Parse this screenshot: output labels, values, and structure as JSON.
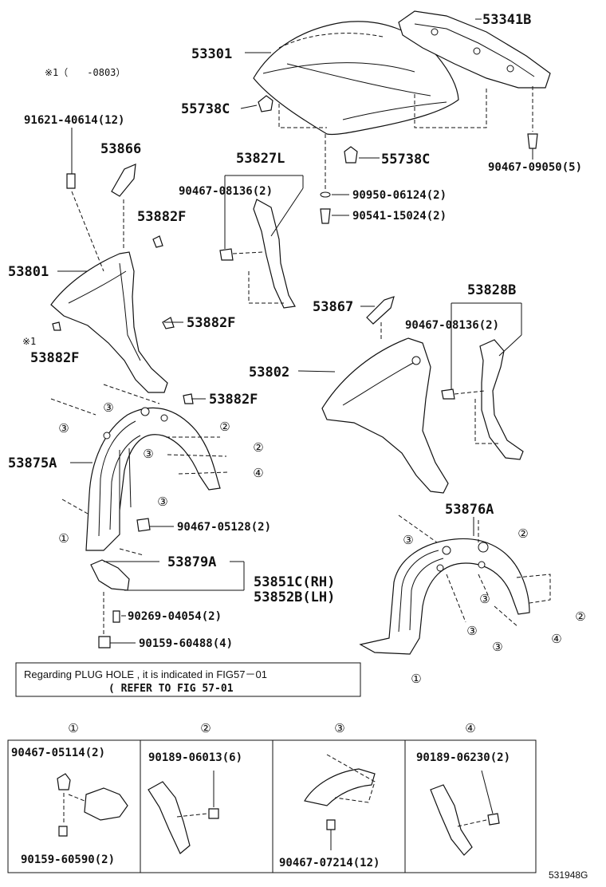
{
  "diagram": {
    "footnote_mark": "※1（　　-0803）",
    "labels": {
      "p53301": "53301",
      "p53341B": "53341B",
      "p55738C_a": "55738C",
      "p55738C_b": "55738C",
      "p90467_09050": "90467-09050(5)",
      "p91621_40614": "91621-40614(12)",
      "p53866": "53866",
      "p53827L": "53827L",
      "p90467_08136_a": "90467-08136(2)",
      "p90950_06124": "90950-06124(2)",
      "p90541_15024": "90541-15024(2)",
      "p53882F_a": "53882F",
      "p53801": "53801",
      "p53882F_b": "53882F",
      "p53882F_mark": "※1",
      "p53882F_c": "53882F",
      "p53882F_d": "53882F",
      "p53828B": "53828B",
      "p53867": "53867",
      "p90467_08136_b": "90467-08136(2)",
      "p53802": "53802",
      "p53875A": "53875A",
      "p90467_05128": "90467-05128(2)",
      "p53879A": "53879A",
      "p53851C": "53851C(RH)",
      "p53852B": "53852B(LH)",
      "p90269_04054": "90269-04054(2)",
      "p90159_60488": "90159-60488(4)",
      "p53876A": "53876A"
    },
    "note_line1": "Regarding PLUG HOLE , it is indicated in FIG57－01",
    "note_line2": "( REFER TO FIG 57-01",
    "callouts": [
      "①",
      "②",
      "③",
      "④"
    ],
    "detail_panels": [
      {
        "marker": "①",
        "top_label": "90467-05114(2)",
        "bottom_label": "90159-60590(2)"
      },
      {
        "marker": "②",
        "top_label": "90189-06013(6)",
        "bottom_label": ""
      },
      {
        "marker": "③",
        "top_label": "",
        "bottom_label": "90467-07214(12)"
      },
      {
        "marker": "④",
        "top_label": "90189-06230(2)",
        "bottom_label": ""
      }
    ],
    "figure_code": "531948G"
  }
}
